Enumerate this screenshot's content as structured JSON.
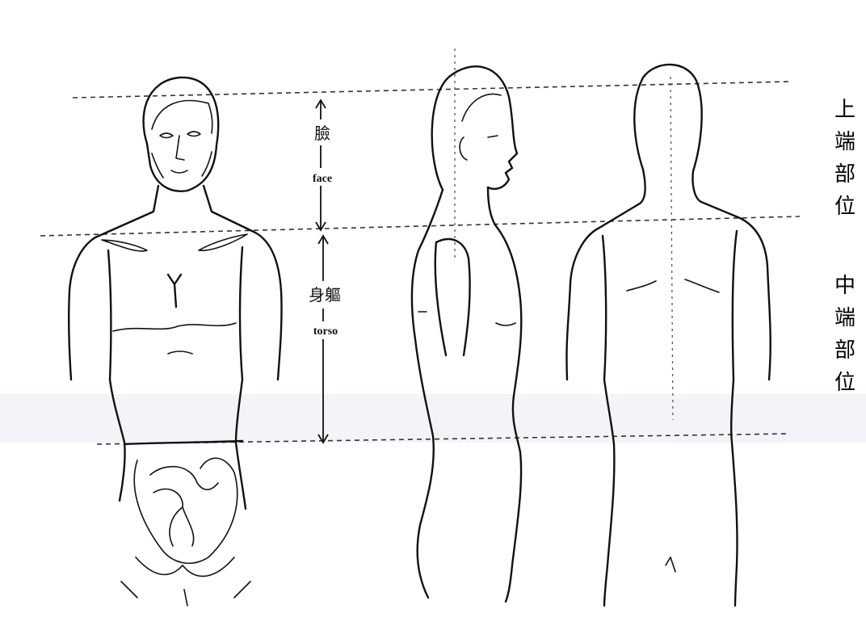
{
  "labels": {
    "face_cjk": "臉",
    "face_en": "face",
    "torso_cjk": "身軀",
    "torso_en": "torso"
  },
  "side_labels": {
    "upper": [
      "上",
      "端",
      "部",
      "位"
    ],
    "middle": [
      "中",
      "端",
      "部",
      "位"
    ]
  }
}
